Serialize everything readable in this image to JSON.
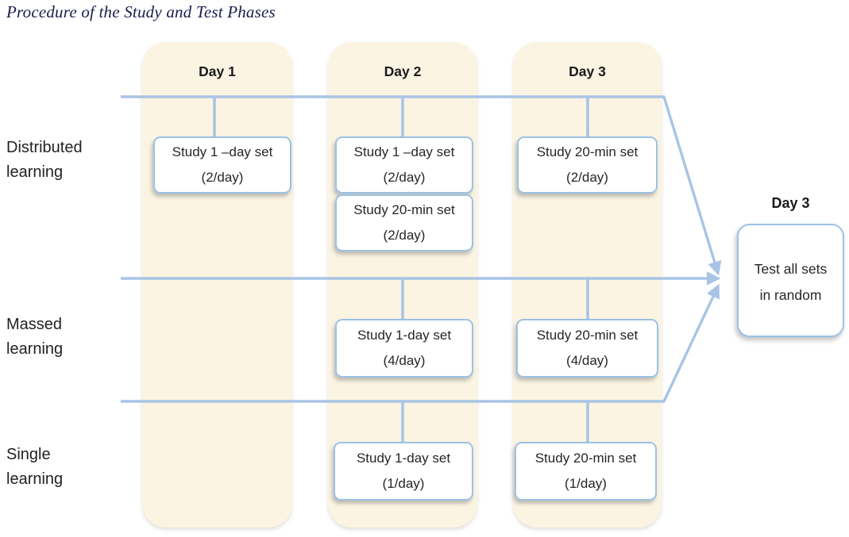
{
  "title": "Procedure of the Study and Test Phases",
  "day_headers": [
    "Day 1",
    "Day 2",
    "Day 3"
  ],
  "row_labels": [
    "Distributed\nlearning",
    "Massed\nlearning",
    "Single\nlearning"
  ],
  "study_boxes": [
    {
      "name": "distributed-day1",
      "text": "Study 1 –day set\n(2/day)"
    },
    {
      "name": "distributed-day2-first",
      "text": "Study 1 –day set\n(2/day)"
    },
    {
      "name": "distributed-day2-second",
      "text": "Study 20-min set\n(2/day)"
    },
    {
      "name": "distributed-day3",
      "text": "Study 20-min set\n(2/day)"
    },
    {
      "name": "massed-day2",
      "text": "Study 1-day set\n(4/day)"
    },
    {
      "name": "massed-day3",
      "text": "Study 20-min set\n(4/day)"
    },
    {
      "name": "single-day2",
      "text": "Study 1-day set\n(1/day)"
    },
    {
      "name": "single-day3",
      "text": "Study 20-min set\n(1/day)"
    }
  ],
  "test_phase": {
    "header": "Day 3",
    "text": "Test all sets\nin random"
  },
  "colors": {
    "column_fill": "#fbf4e2",
    "line_blue": "#a8c4e5",
    "box_border": "#9cc2e5",
    "box_text": "#262626",
    "label_text": "#222222",
    "header_text": "#1a1a1a",
    "title_color": "#1c1c4c"
  }
}
